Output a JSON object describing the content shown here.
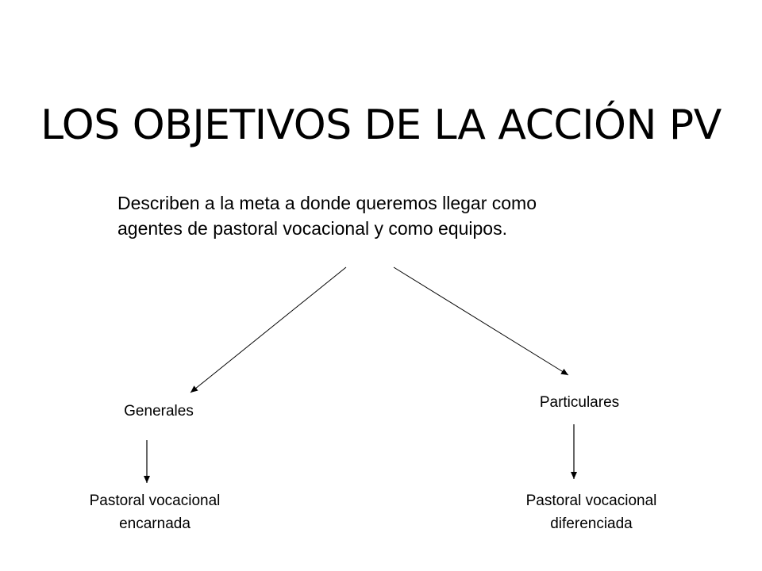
{
  "slide": {
    "title": "LOS OBJETIVOS DE LA ACCIÓN PV",
    "description_lines": [
      "Describen a la meta a donde queremos llegar como",
      "agentes de pastoral vocacional y como equipos."
    ]
  },
  "branches": {
    "left": {
      "label": "Generales",
      "outcome_lines": [
        "Pastoral vocacional",
        "encarnada"
      ]
    },
    "right": {
      "label": "Particulares",
      "outcome_lines": [
        "Pastoral vocacional",
        "diferenciada"
      ]
    }
  }
}
